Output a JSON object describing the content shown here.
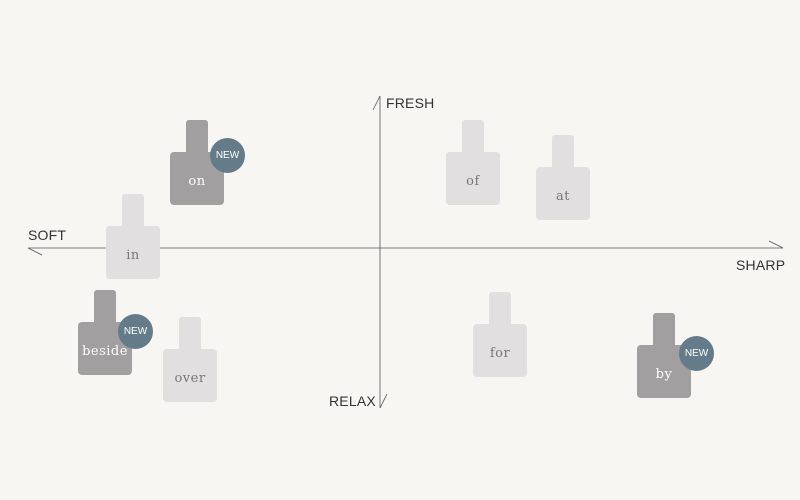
{
  "axes": {
    "top": "FRESH",
    "bottom": "RELAX",
    "left": "SOFT",
    "right": "SHARP"
  },
  "badge_text": "NEW",
  "colors": {
    "background": "#f8f6f3",
    "bottle_pale": "#e1dfdf",
    "bottle_dark": "#a19f9f",
    "badge": "#647c8a"
  },
  "products": [
    {
      "label": "on",
      "style": "dark",
      "is_new": true
    },
    {
      "label": "in",
      "style": "pale",
      "is_new": false
    },
    {
      "label": "beside",
      "style": "dark",
      "is_new": true
    },
    {
      "label": "over",
      "style": "pale",
      "is_new": false
    },
    {
      "label": "of",
      "style": "pale",
      "is_new": false
    },
    {
      "label": "at",
      "style": "pale",
      "is_new": false
    },
    {
      "label": "for",
      "style": "pale",
      "is_new": false
    },
    {
      "label": "by",
      "style": "dark",
      "is_new": true
    }
  ]
}
